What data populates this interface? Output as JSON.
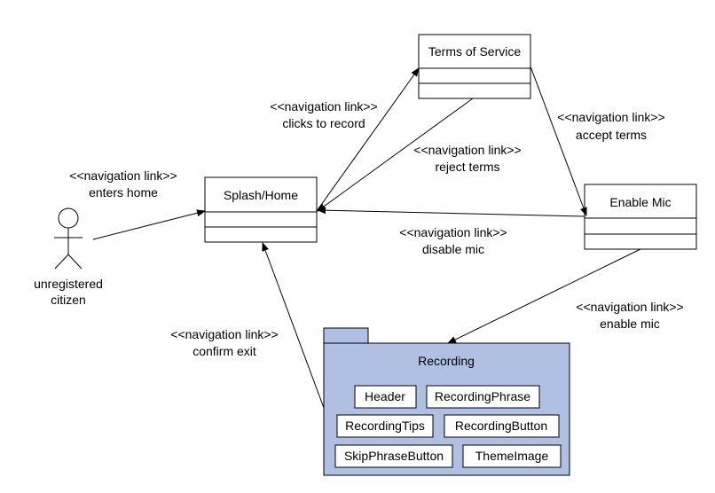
{
  "actor": {
    "label_line1": "unregistered",
    "label_line2": "citizen"
  },
  "classes": {
    "splash": {
      "title": "Splash/Home"
    },
    "terms": {
      "title": "Terms of Service"
    },
    "mic": {
      "title": "Enable Mic"
    }
  },
  "package": {
    "title": "Recording",
    "components": [
      "Header",
      "RecordingPhrase",
      "RecordingTips",
      "RecordingButton",
      "SkipPhraseButton",
      "ThemeImage"
    ]
  },
  "edges": {
    "enters_home": {
      "stereotype": "<<navigation link>>",
      "label": "enters home"
    },
    "clicks_to_record": {
      "stereotype": "<<navigation link>>",
      "label": "clicks to record"
    },
    "reject_terms": {
      "stereotype": "<<navigation link>>",
      "label": "reject terms"
    },
    "accept_terms": {
      "stereotype": "<<navigation link>>",
      "label": "accept terms"
    },
    "disable_mic": {
      "stereotype": "<<navigation link>>",
      "label": "disable mic"
    },
    "enable_mic": {
      "stereotype": "<<navigation link>>",
      "label": "enable mic"
    },
    "confirm_exit": {
      "stereotype": "<<navigation link>>",
      "label": "confirm exit"
    }
  }
}
